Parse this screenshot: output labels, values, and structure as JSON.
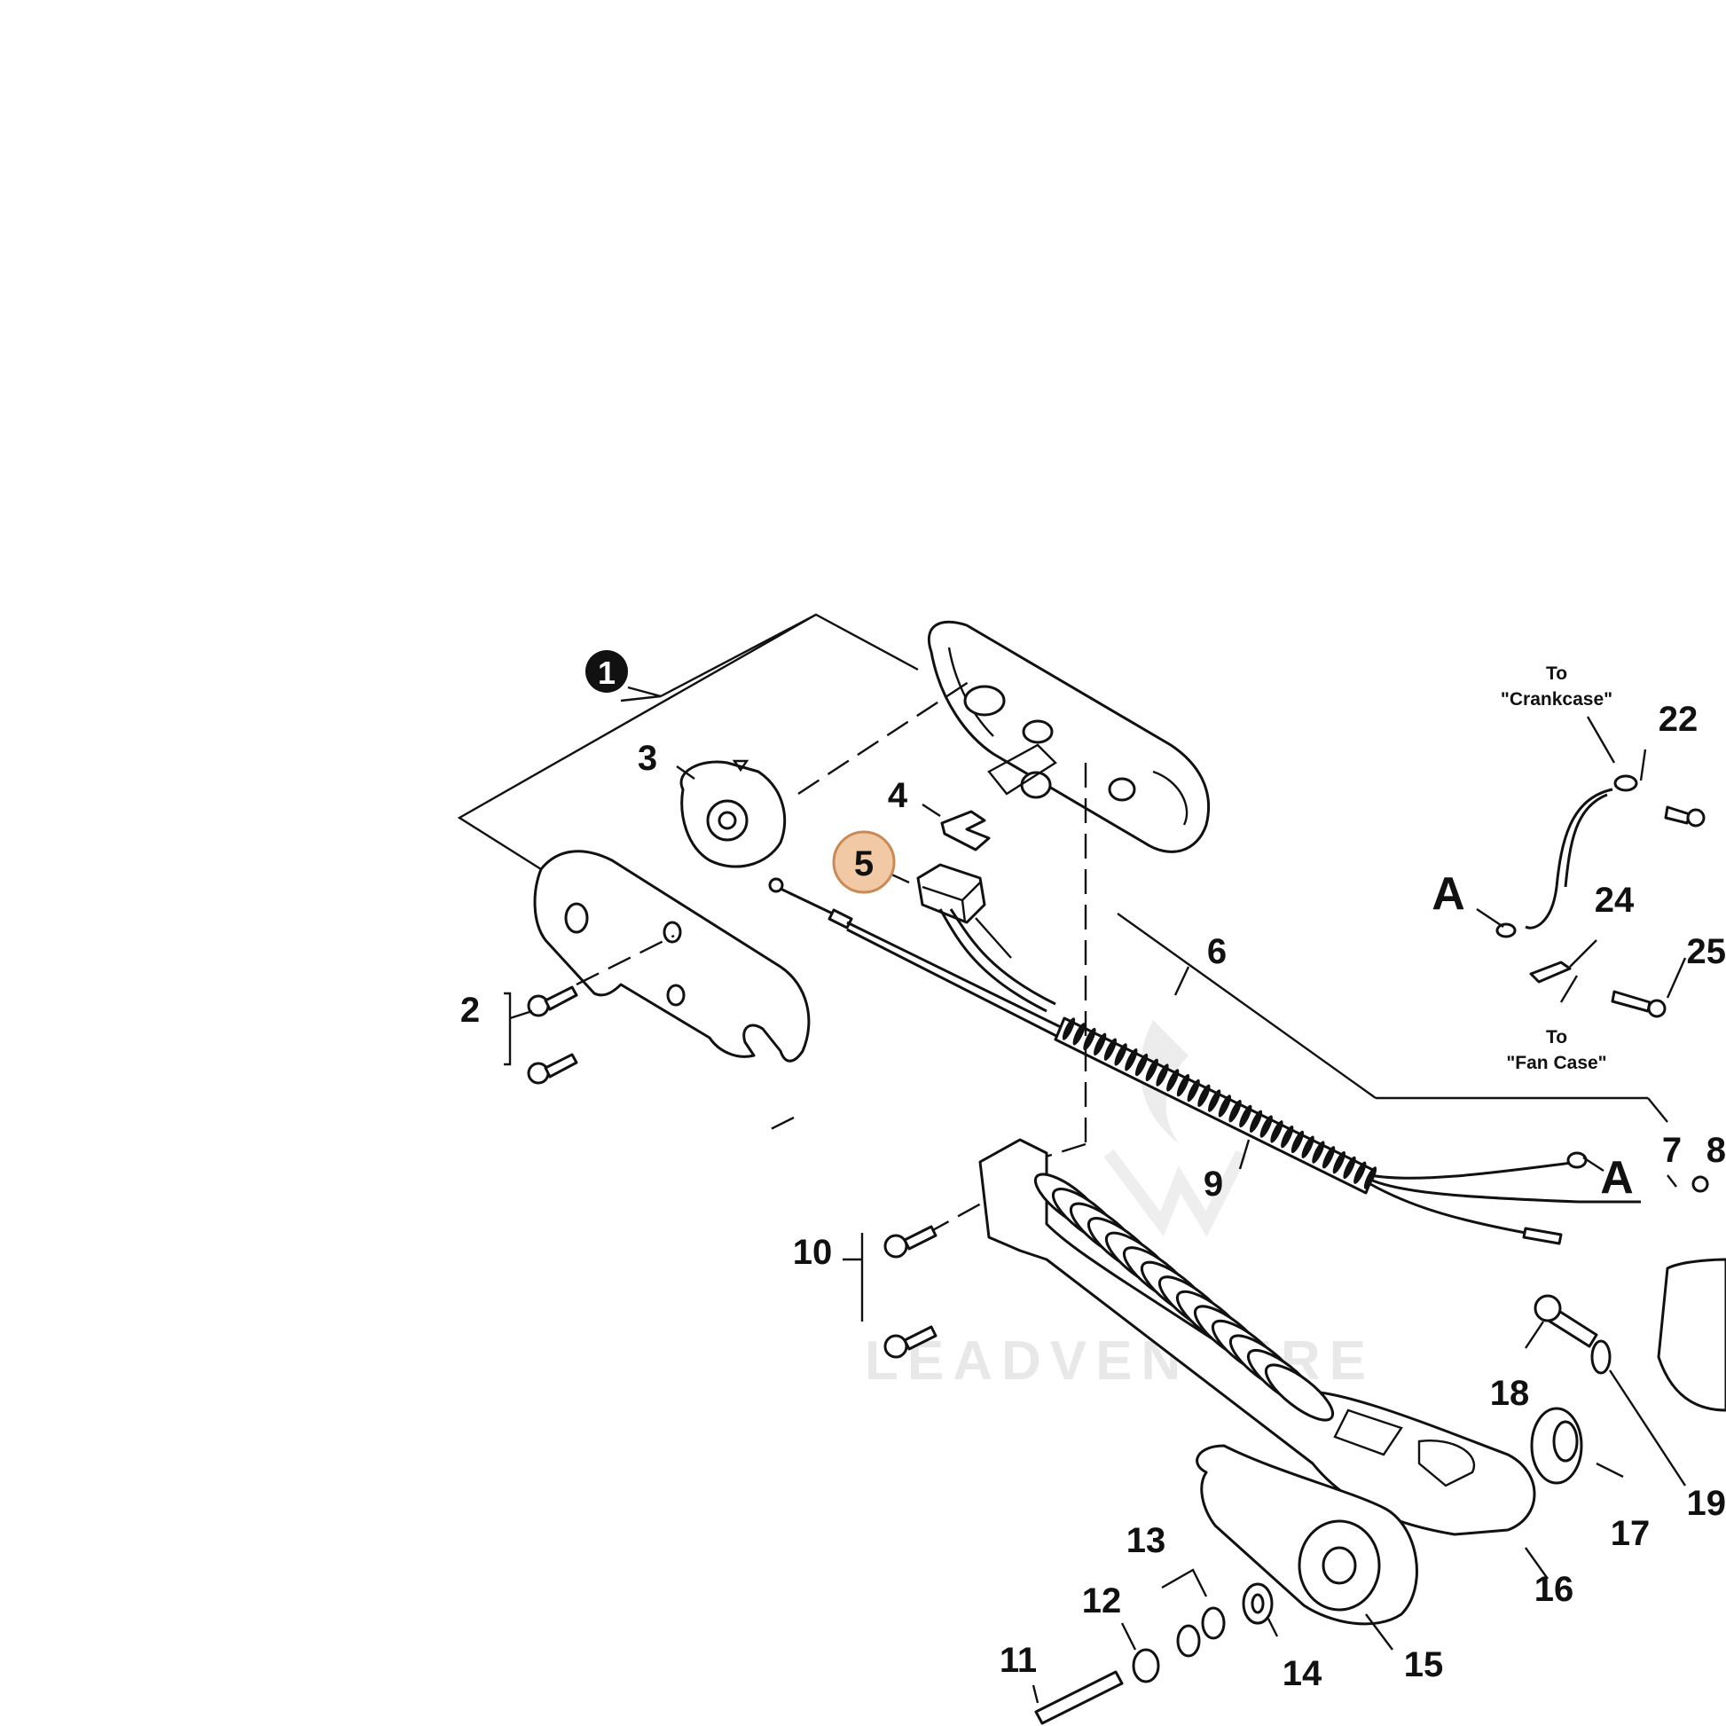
{
  "callouts": {
    "c1": "1",
    "c2": "2",
    "c3": "3",
    "c4": "4",
    "c5": "5",
    "c6": "6",
    "c7": "7",
    "c8": "8",
    "c9": "9",
    "c10": "10",
    "c11": "11",
    "c12": "12",
    "c13": "13",
    "c14": "14",
    "c15": "15",
    "c16": "16",
    "c17": "17",
    "c18": "18",
    "c19": "19",
    "c22": "22",
    "c24": "24",
    "c25": "25"
  },
  "connector_marks": {
    "a_left": "A",
    "a_right": "A"
  },
  "notes": {
    "crankcase_line1": "To",
    "crankcase_line2": "\"Crankcase\"",
    "fancase_line1": "To",
    "fancase_line2": "\"Fan Case\""
  },
  "watermark": "LEADVENTURE",
  "colors": {
    "highlight_fill": "#f1c9a4",
    "highlight_stroke": "#c98a55",
    "ink": "#111111"
  }
}
